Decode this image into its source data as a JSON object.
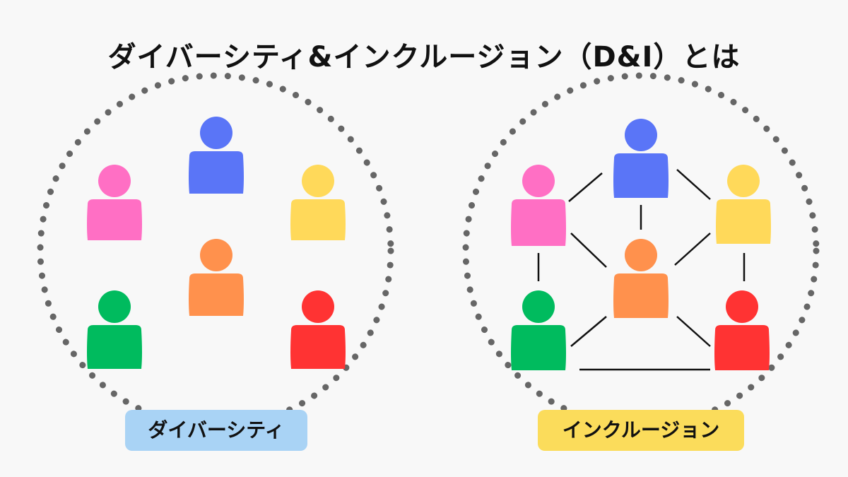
{
  "title": "ダイバーシティ&インクルージョン（D&I）とは",
  "labels": {
    "diversity": "ダイバーシティ",
    "inclusion": "インクルージョン"
  },
  "colors": {
    "background": "#f8f8f8",
    "dots": "#666666",
    "diversity_label_bg": "#a9d3f5",
    "inclusion_label_bg": "#fbdc5b",
    "blue": "#5a75f7",
    "pink": "#ff6fc4",
    "yellow": "#ffd95a",
    "orange": "#ff914d",
    "green": "#00bb5e",
    "red": "#ff3333",
    "lines": "#111111"
  },
  "people": [
    "blue",
    "pink",
    "yellow",
    "orange",
    "green",
    "red"
  ]
}
